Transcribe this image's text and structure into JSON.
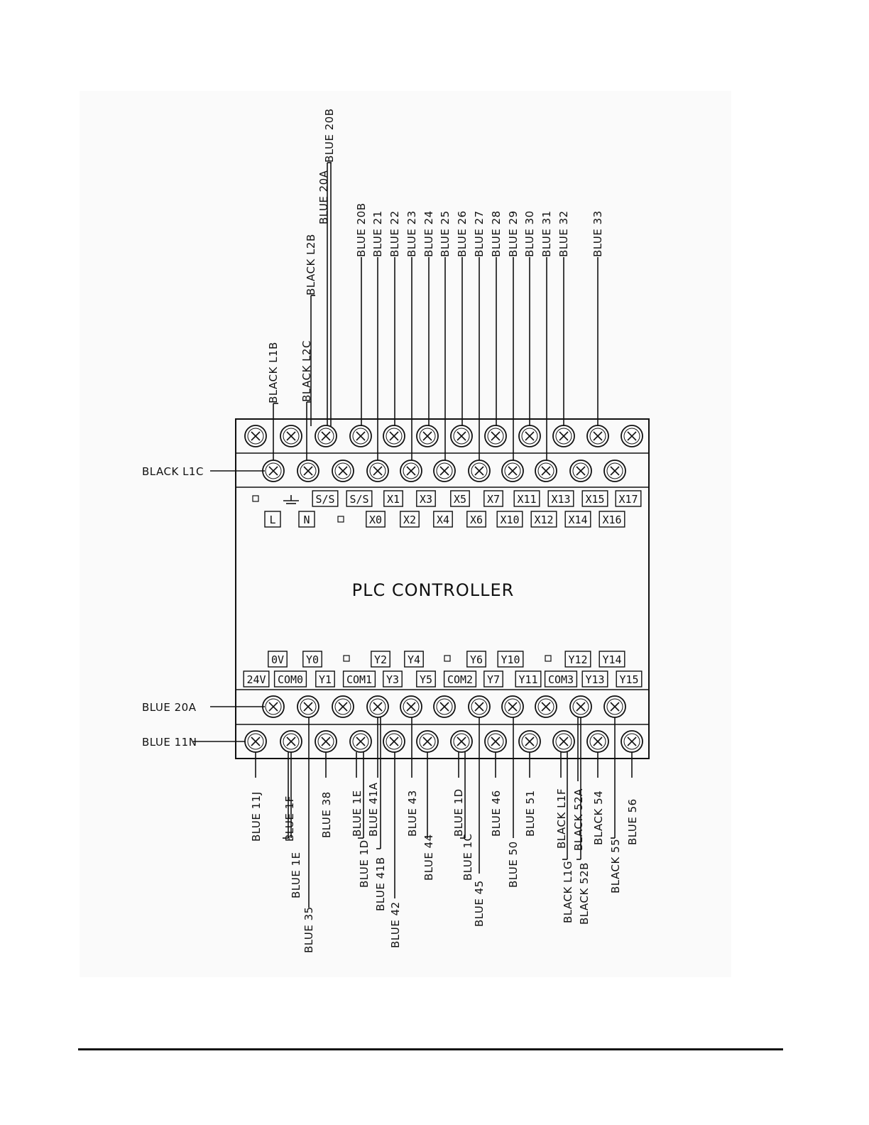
{
  "controller_title": "PLC CONTROLLER",
  "input_labels_row1": [
    "S/S",
    "S/S",
    "X1",
    "X3",
    "X5",
    "X7",
    "X11",
    "X13",
    "X15",
    "X17"
  ],
  "input_labels_row2": [
    "L",
    "N",
    "X0",
    "X2",
    "X4",
    "X6",
    "X10",
    "X12",
    "X14",
    "X16"
  ],
  "output_labels_row1": [
    "0V",
    "Y0",
    "Y2",
    "Y4",
    "Y6",
    "Y10",
    "Y12",
    "Y14"
  ],
  "output_labels_row2": [
    "24V",
    "COM0",
    "Y1",
    "COM1",
    "Y3",
    "Y5",
    "COM2",
    "Y7",
    "Y11",
    "COM3",
    "Y13",
    "Y15"
  ],
  "left_wires": {
    "black_l1c": "BLACK L1C",
    "blue_20a": "BLUE 20A",
    "blue_11n": "BLUE 11N"
  },
  "top_wires": [
    "BLACK L1B",
    "BLACK L2C",
    "BLACK L2B",
    "BLUE 20A",
    "BLUE 20B",
    "BLUE 20B",
    "BLUE 21",
    "BLUE 22",
    "BLUE 23",
    "BLUE 24",
    "BLUE 25",
    "BLUE 26",
    "BLUE 27",
    "BLUE 28",
    "BLUE 29",
    "BLUE 30",
    "BLUE 31",
    "BLUE 32",
    "BLUE 33"
  ],
  "bottom_wires": [
    "BLUE 11J",
    "BLUE 1F",
    "BLUE 1E",
    "BLUE 35",
    "BLUE 38",
    "BLUE 1E",
    "BLUE 1D",
    "BLUE 41A",
    "BLUE 41B",
    "BLUE 42",
    "BLUE 43",
    "BLUE 44",
    "BLUE 1D",
    "BLUE 1C",
    "BLUE 45",
    "BLUE 46",
    "BLUE 50",
    "BLUE 51",
    "BLACK L1F",
    "BLACK L1G",
    "BLACK 52A",
    "BLACK 52B",
    "BLACK 54",
    "BLACK 55",
    "BLUE 56"
  ]
}
